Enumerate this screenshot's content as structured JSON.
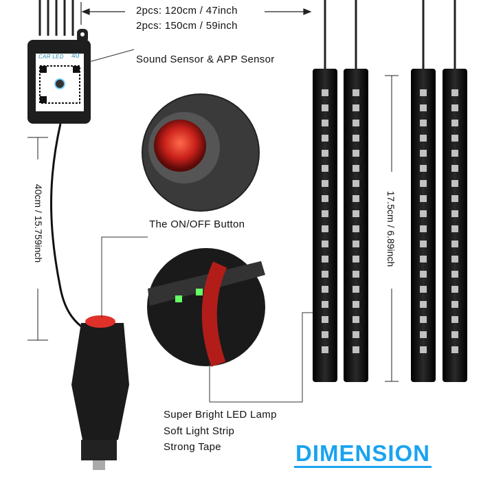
{
  "cable_length": {
    "line1": "2pcs: 120cm / 47inch",
    "line2": "2pcs: 150cm / 59inch"
  },
  "controller_label": "Sound Sensor & APP Sensor",
  "controller_badge": {
    "brand": "CAR LED",
    "number": "40"
  },
  "button_label": "The ON/OFF Button",
  "cord_length": "40cm / 15.759inch",
  "strip_length": "17.5cm / 6.89inch",
  "strip_features": [
    "Super Bright LED Lamp",
    "Soft Light Strip",
    "Strong Tape"
  ],
  "banner": "DIMENSION",
  "colors": {
    "accent": "#1aa3ef",
    "led_red": "#e0302a",
    "strip_body": "#1a1a1a"
  }
}
